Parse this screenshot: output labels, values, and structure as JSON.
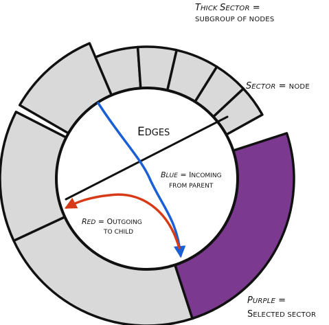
{
  "colors": {
    "sector_fill": "#d9d9d9",
    "selected_fill": "#7b3a90",
    "outline": "#111111",
    "incoming_edge": "#1a5fd6",
    "outgoing_edge": "#d63a17",
    "edge_line": "#111111"
  },
  "labels": {
    "thick_sector": {
      "key_cap": "T",
      "key_rest": "HICK ",
      "key2_cap": "S",
      "key2_rest": "ECTOR",
      "eq": " =",
      "line2": "SUBGROUP OF NODES"
    },
    "sector": {
      "key_cap": "S",
      "key_rest": "ECTOR",
      "eq": " = ",
      "value": "NODE"
    },
    "edges": {
      "cap": "E",
      "rest": "DGES"
    },
    "blue": {
      "key_cap": "B",
      "key_rest": "LUE",
      "eq": " = ",
      "value_cap": "I",
      "value_rest": "NCOMING",
      "line2": "FROM PARENT"
    },
    "red": {
      "key_cap": "R",
      "key_rest": "ED",
      "eq": " = ",
      "value_cap": "O",
      "value_rest": "UTGOING",
      "line2": "TO CHILD"
    },
    "purple": {
      "key_cap": "P",
      "key_rest": "URPLE",
      "eq": " =",
      "line2_cap": "S",
      "line2_rest": "ELECTED SECTOR"
    }
  }
}
